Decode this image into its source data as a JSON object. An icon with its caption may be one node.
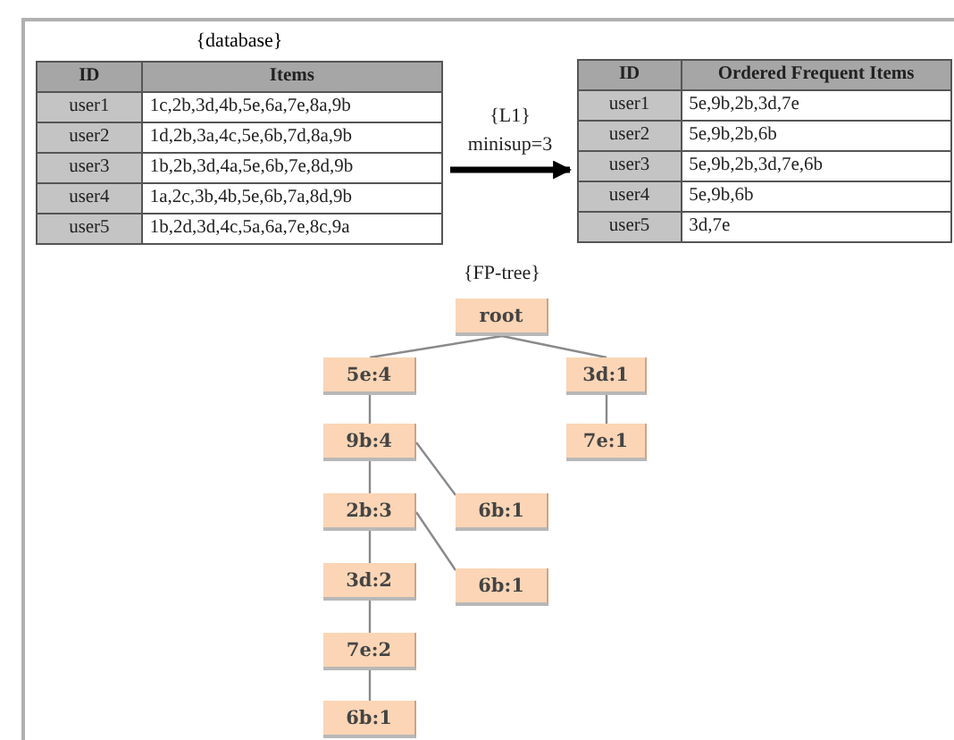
{
  "diagram": {
    "nodes": [
      {
        "text": [
          "{database}",
          "ID",
          "Items",
          "user1",
          "1c,2b,3d,4b,5e,6a,7e,8a,9b",
          "user2",
          "1d,2b,3a,4c,5e,6b,7d,8a,9b",
          "user3",
          "1b,2b,3d,4a,5e,6b,7e,8d,9b",
          "user4",
          "1a,2c,3b,4b,5e,6b,7a,8d,9b",
          "user5",
          "1b,2d,3d,4c,5a,6a,7e,8c,9a"
        ]
      },
      {
        "text": [
          "ID",
          "Ordered Frequent Items",
          "user1",
          "5e,9b,2b,3d,7e",
          "user2",
          "5e,9b,2b,6b",
          "user3",
          "5e,9b,2b,3d,7e,6b",
          "user4",
          "5e,9b,6b",
          "user5",
          "3d,7e"
        ]
      },
      {
        "text": [
          "root"
        ]
      },
      {
        "text": [
          "5e:4"
        ]
      },
      {
        "text": [
          "3d:1"
        ]
      },
      {
        "text": [
          "9b:4"
        ]
      },
      {
        "text": [
          "7e:1"
        ]
      },
      {
        "text": [
          "2b:3"
        ]
      },
      {
        "text": [
          "6b:1"
        ]
      },
      {
        "text": [
          "3d:2"
        ]
      },
      {
        "text": [
          "6b:1"
        ]
      },
      {
        "text": [
          "7e:2"
        ]
      },
      {
        "text": [
          "6b:1"
        ]
      }
    ],
    "edges": [
      {
        "from": 0,
        "to": 1,
        "arrow": "to",
        "label": "{L1} minisup=3",
        "style": "thick",
        "color": "#000000"
      },
      {
        "from": 2,
        "to": 3,
        "arrow": "none"
      },
      {
        "from": 2,
        "to": 4,
        "arrow": "none"
      },
      {
        "from": 3,
        "to": 5,
        "arrow": "none"
      },
      {
        "from": 4,
        "to": 6,
        "arrow": "none"
      },
      {
        "from": 5,
        "to": 8,
        "arrow": "none"
      },
      {
        "from": 5,
        "to": 7,
        "arrow": "none"
      },
      {
        "from": 7,
        "to": 9,
        "arrow": "none"
      },
      {
        "from": 7,
        "to": 10,
        "arrow": "none"
      },
      {
        "from": 9,
        "to": 11,
        "arrow": "none"
      },
      {
        "from": 11,
        "to": 12,
        "arrow": "none"
      }
    ],
    "labels": [
      "{FP-tree}"
    ]
  }
}
